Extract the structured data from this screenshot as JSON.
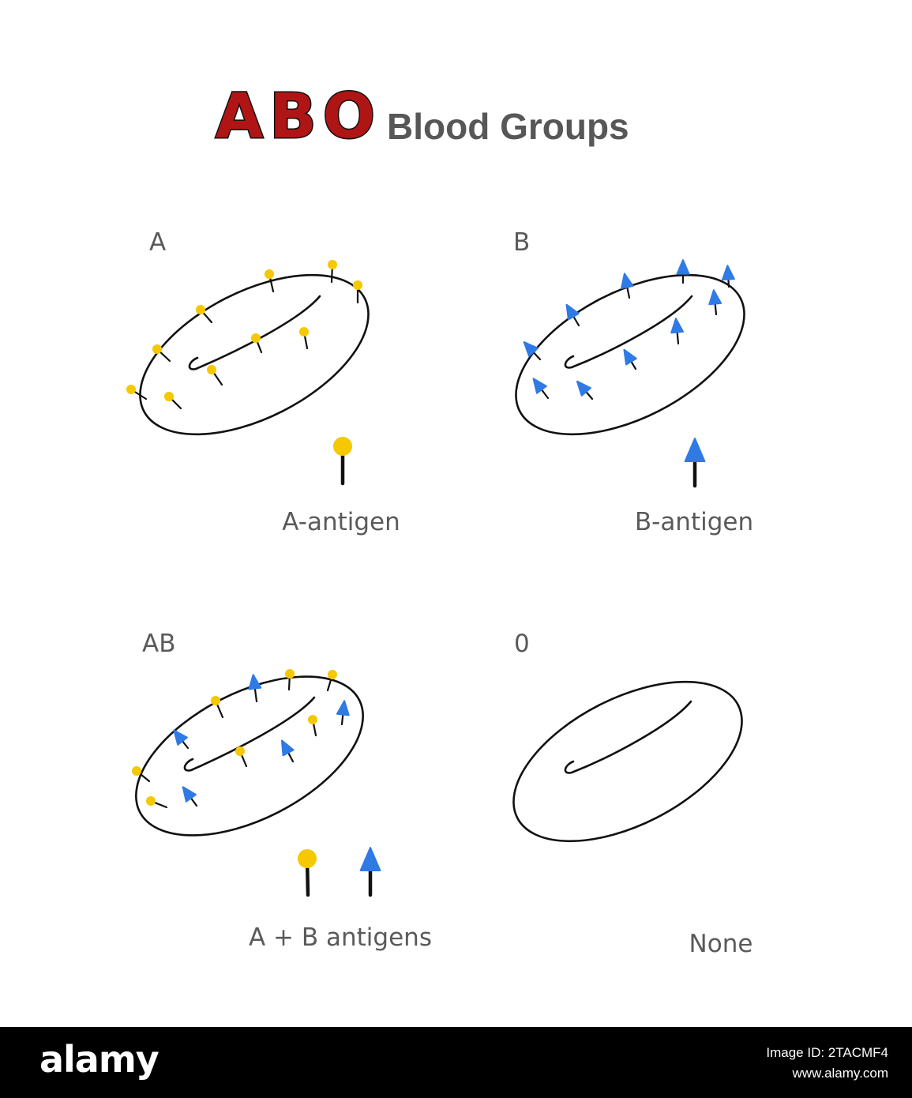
{
  "title": {
    "abo": "ABO",
    "rest": "Blood Groups",
    "abo_color": "#b01515",
    "rest_color": "#575757"
  },
  "panels": [
    {
      "group": "A",
      "caption": "A-antigen",
      "antigens": [
        "A"
      ]
    },
    {
      "group": "B",
      "caption": "B-antigen",
      "antigens": [
        "B"
      ]
    },
    {
      "group": "AB",
      "caption": "A + B antigens",
      "antigens": [
        "A",
        "B"
      ]
    },
    {
      "group": "0",
      "caption": "None",
      "antigens": []
    }
  ],
  "colors": {
    "a_antigen": "#f5c800",
    "b_antigen": "#2f7ae5",
    "outline": "#111111",
    "label_text": "#5a5a5a"
  },
  "footer": {
    "logo": "alamy",
    "image_id": "Image ID: 2TACMF4",
    "site": "www.alamy.com"
  }
}
